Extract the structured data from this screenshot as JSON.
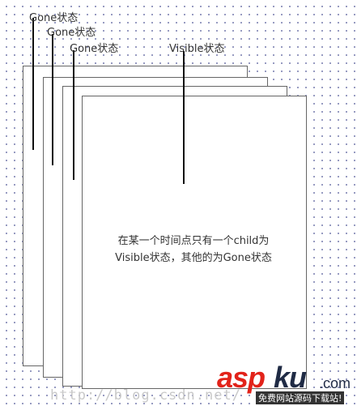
{
  "labels": {
    "gone_1": "Gone状态",
    "gone_2": "Gone状态",
    "gone_3": "Gone状态",
    "visible": "Visible状态"
  },
  "description": {
    "line1": "在某一个时间点只有一个child为",
    "line2": "Visible状态，其他的为Gone状态"
  },
  "watermark": {
    "url": "http://blog.csdn.net/",
    "logo_asp": "asp",
    "logo_ku": "ku",
    "logo_com": ".com",
    "logo_sub": "免费网站源码下载站!"
  }
}
